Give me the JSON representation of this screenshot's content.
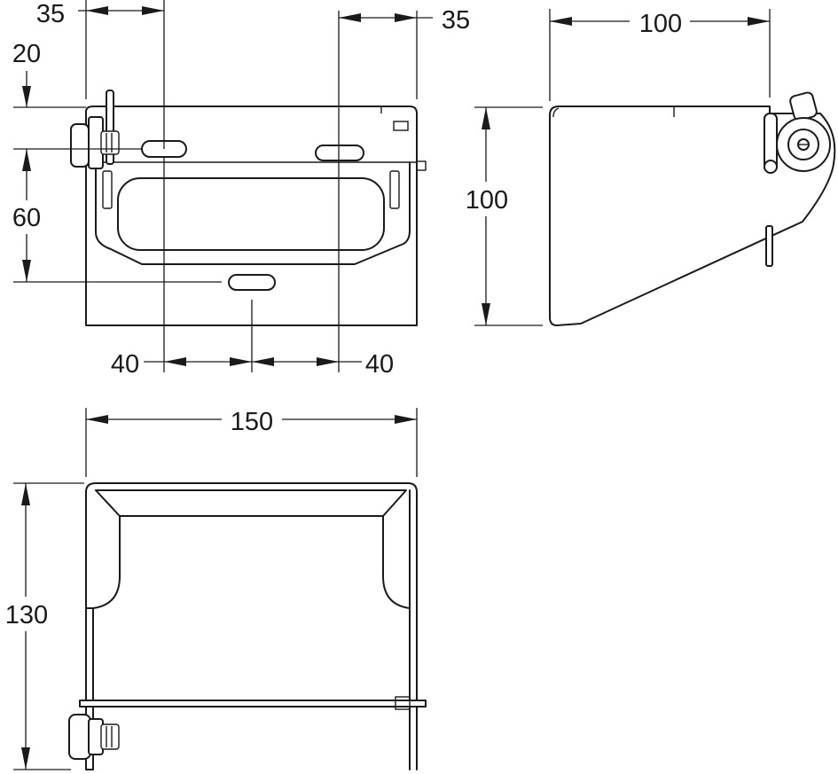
{
  "dimensions": {
    "front_left_offset": "35",
    "front_right_offset": "35",
    "front_top_offset": "20",
    "front_slot_spacing": "60",
    "front_bottom_left": "40",
    "front_bottom_right": "40",
    "side_depth": "100",
    "side_height": "100",
    "top_width": "150",
    "top_depth": "130"
  }
}
